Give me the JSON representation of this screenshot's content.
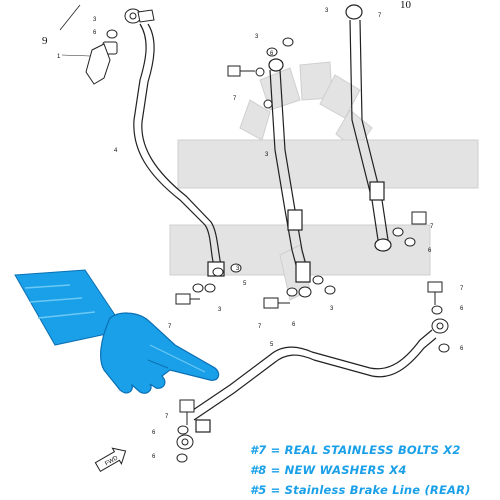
{
  "part_numbers": {
    "n1": "1",
    "n3": "3",
    "n4": "4",
    "n5": "5",
    "n6": "6",
    "n7": "7",
    "n9": "9",
    "n10": "10"
  },
  "fwd_marker": "FWD",
  "legend": [
    "#7 = REAL STAINLESS BOLTS X2",
    "#8 = NEW WASHERS X4",
    "#5 = Stainless Brake Line (REAR)"
  ],
  "colors": {
    "highlight": "#1aa0e8",
    "line_art": "#222222",
    "watermark": "#d9d9d9"
  },
  "icons": [
    "pointing-hand-icon",
    "fwd-arrow-icon"
  ]
}
